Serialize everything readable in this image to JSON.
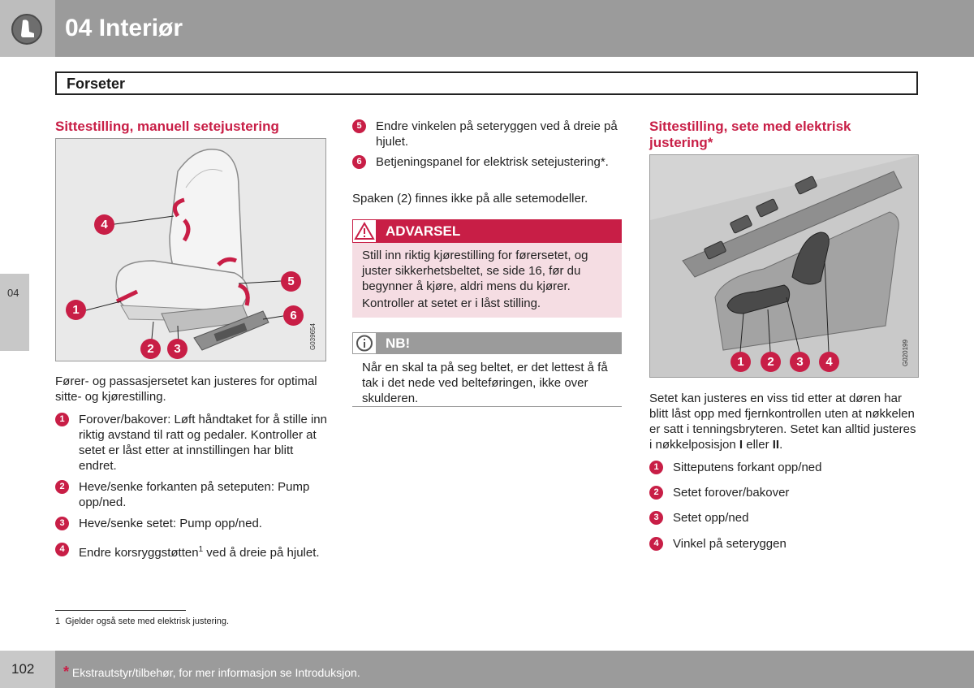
{
  "header": {
    "chapter_title": "04 Interiør"
  },
  "section": {
    "title": "Forseter"
  },
  "side_tab": {
    "label": "04"
  },
  "col1": {
    "heading": "Sittestilling, manuell setejustering",
    "figure_code": "G039654",
    "figure_numbers": [
      "1",
      "2",
      "3",
      "4",
      "5",
      "6"
    ],
    "intro": "Fører- og passasjersetet kan justeres for optimal sitte- og kjørestilling.",
    "items": [
      {
        "num": "1",
        "text": "Forover/bakover: Løft håndtaket for å stille inn riktig avstand til ratt og pedaler. Kontroller at setet er låst etter at innstillingen har blitt endret."
      },
      {
        "num": "2",
        "text": "Heve/senke forkanten på seteputen: Pump opp/ned."
      },
      {
        "num": "3",
        "text": "Heve/senke setet: Pump opp/ned."
      },
      {
        "num": "4",
        "text": "Endre korsryggstøtten",
        "sup": "1",
        "text_after": " ved å dreie på hjulet."
      }
    ]
  },
  "col2": {
    "items": [
      {
        "num": "5",
        "text": "Endre vinkelen på seteryggen ved å dreie på hjulet."
      },
      {
        "num": "6",
        "text": "Betjeningspanel for elektrisk setejustering*."
      }
    ],
    "note_paragraph": "Spaken (2) finnes ikke på alle setemodeller.",
    "warning": {
      "label": "ADVARSEL",
      "text1": "Still inn riktig kjørestilling for førersetet, og juster sikkerhetsbeltet, se side 16, før du begynner å kjøre, aldri mens du kjører.",
      "text2": "Kontroller at setet er i låst stilling."
    },
    "nb": {
      "label": "NB!",
      "text": "Når en skal ta på seg beltet, er det lettest å få tak i det nede ved belteføringen, ikke over skulderen."
    }
  },
  "col3": {
    "heading": "Sittestilling, sete med elektrisk justering*",
    "figure_code": "G020199",
    "figure_numbers": [
      "1",
      "2",
      "3",
      "4"
    ],
    "intro_before_bold1": "Setet kan justeres en viss tid etter at døren har blitt låst opp med fjernkontrollen uten at nøkkelen er satt i tenningsbryteren. Setet kan alltid justeres i nøkkelposisjon ",
    "bold1": "I",
    "intro_between": " eller ",
    "bold2": "II",
    "intro_end": ".",
    "items": [
      {
        "num": "1",
        "text": "Sitteputens forkant opp/ned"
      },
      {
        "num": "2",
        "text": "Setet forover/bakover"
      },
      {
        "num": "3",
        "text": "Setet opp/ned"
      },
      {
        "num": "4",
        "text": "Vinkel på seteryggen"
      }
    ]
  },
  "footnote": {
    "num": "1",
    "text": "Gjelder også sete med elektrisk justering."
  },
  "footer": {
    "page_number": "102",
    "star": "*",
    "text": "Ekstrautstyr/tilbehør, for mer informasjon se Introduksjon."
  },
  "colors": {
    "accent": "#c81e46",
    "header_gray": "#9b9b9b",
    "warning_bg": "#f5dde3"
  }
}
